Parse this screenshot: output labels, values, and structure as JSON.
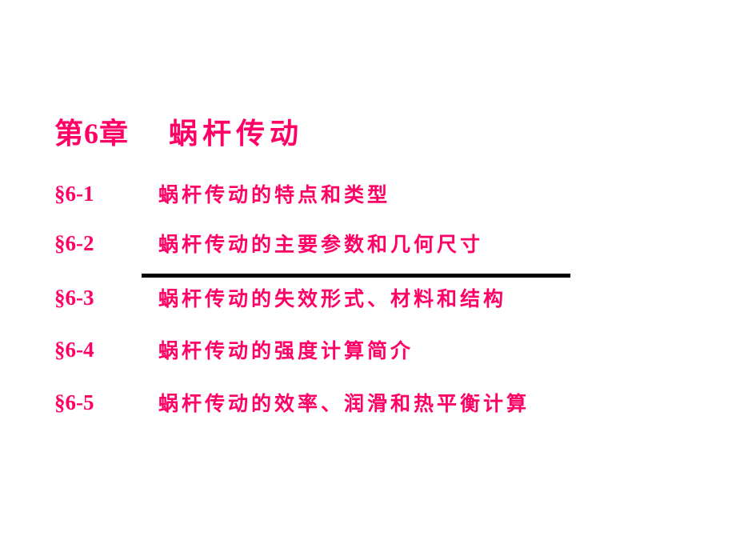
{
  "slide": {
    "title": {
      "chapter": "第6章",
      "name": "蜗杆传动"
    },
    "sections": [
      {
        "number": "§6-1",
        "text": "蜗杆传动的特点和类型"
      },
      {
        "number": "§6-2",
        "text": "蜗杆传动的主要参数和几何尺寸"
      },
      {
        "number": "§6-3",
        "text": "蜗杆传动的失效形式、材料和结构"
      },
      {
        "number": "§6-4",
        "text": "蜗杆传动的强度计算简介"
      },
      {
        "number": "§6-5",
        "text": "蜗杆传动的效率、润滑和热平衡计算"
      }
    ],
    "colors": {
      "text": "#ff0066",
      "divider": "#000000",
      "background": "#ffffff"
    }
  }
}
